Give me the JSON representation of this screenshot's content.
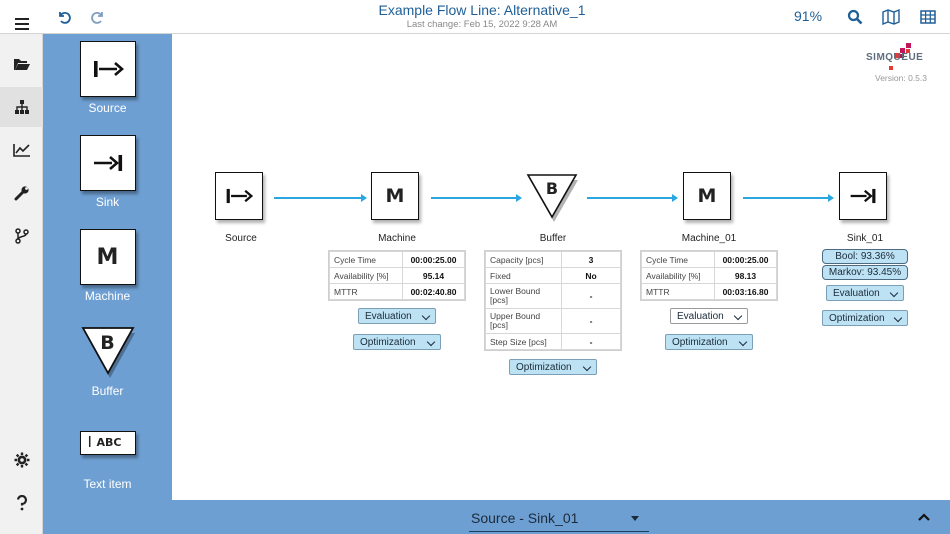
{
  "header": {
    "title": "Example Flow Line: Alternative_1",
    "last_change": "Last change: Feb 15, 2022 9:28 AM",
    "zoom": "91%"
  },
  "logo": {
    "brand": "SIMQUEUE",
    "version": "Version: 0.5.3"
  },
  "palette": {
    "items": [
      {
        "label": "Source"
      },
      {
        "label": "Sink"
      },
      {
        "label": "Machine"
      },
      {
        "label": "Buffer"
      },
      {
        "label": "Text item"
      }
    ],
    "machine_letter": "M",
    "buffer_letter": "B",
    "text_glyph": "ABC"
  },
  "canvas": {
    "nodes": {
      "source": {
        "label": "Source"
      },
      "machine": {
        "label": "Machine",
        "letter": "M"
      },
      "buffer": {
        "label": "Buffer",
        "letter": "B"
      },
      "machine_01": {
        "label": "Machine_01",
        "letter": "M"
      },
      "sink_01": {
        "label": "Sink_01"
      }
    },
    "machine_params": {
      "rows": [
        {
          "key": "Cycle Time",
          "value": "00:00:25.00"
        },
        {
          "key": "Availability [%]",
          "value": "95.14"
        },
        {
          "key": "MTTR",
          "value": "00:02:40.80"
        }
      ]
    },
    "buffer_params": {
      "rows": [
        {
          "key": "Capacity [pcs]",
          "value": "3"
        },
        {
          "key": "Fixed",
          "value": "No"
        },
        {
          "key": "Lower Bound [pcs]",
          "value": "-"
        },
        {
          "key": "Upper Bound [pcs]",
          "value": "-"
        },
        {
          "key": "Step Size [pcs]",
          "value": "-"
        }
      ]
    },
    "machine_01_params": {
      "rows": [
        {
          "key": "Cycle Time",
          "value": "00:00:25.00"
        },
        {
          "key": "Availability [%]",
          "value": "98.13"
        },
        {
          "key": "MTTR",
          "value": "00:03:16.80"
        }
      ]
    },
    "sink_badges": {
      "bool": "Bool: 93.36%",
      "markov": "Markov: 93.45%"
    },
    "dropdowns": {
      "evaluation": "Evaluation",
      "optimization": "Optimization"
    }
  },
  "bottom": {
    "selected_path": "Source - Sink_01"
  },
  "colors": {
    "accent": "#1f5f97",
    "palette_bg": "#6e9fd2",
    "flow_arrow": "#2aa7e1",
    "badge_bg": "#bde2f3"
  },
  "icons": {
    "toolbar": [
      "undo-icon",
      "redo-icon",
      "search-icon",
      "map-icon",
      "grid-icon"
    ],
    "rail": [
      "hamburger-menu-icon",
      "folder-open-icon",
      "hierarchy-icon",
      "chart-line-icon",
      "wrench-icon",
      "branch-icon",
      "gear-icon",
      "question-icon"
    ]
  }
}
